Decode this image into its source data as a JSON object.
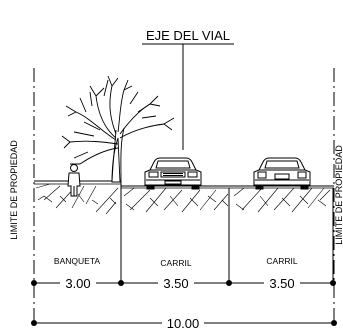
{
  "title": "EJE DEL VIAL",
  "side_label_left": "LIMITE DE PROPIEDAD",
  "side_label_right": "LIMITE DE PROPIEDAD",
  "zones": [
    {
      "name": "BANQUETA",
      "width": "3.00"
    },
    {
      "name": "CARRIL",
      "width": "3.50"
    },
    {
      "name": "CARRIL",
      "width": "3.50"
    }
  ],
  "total_width": "10.00"
}
